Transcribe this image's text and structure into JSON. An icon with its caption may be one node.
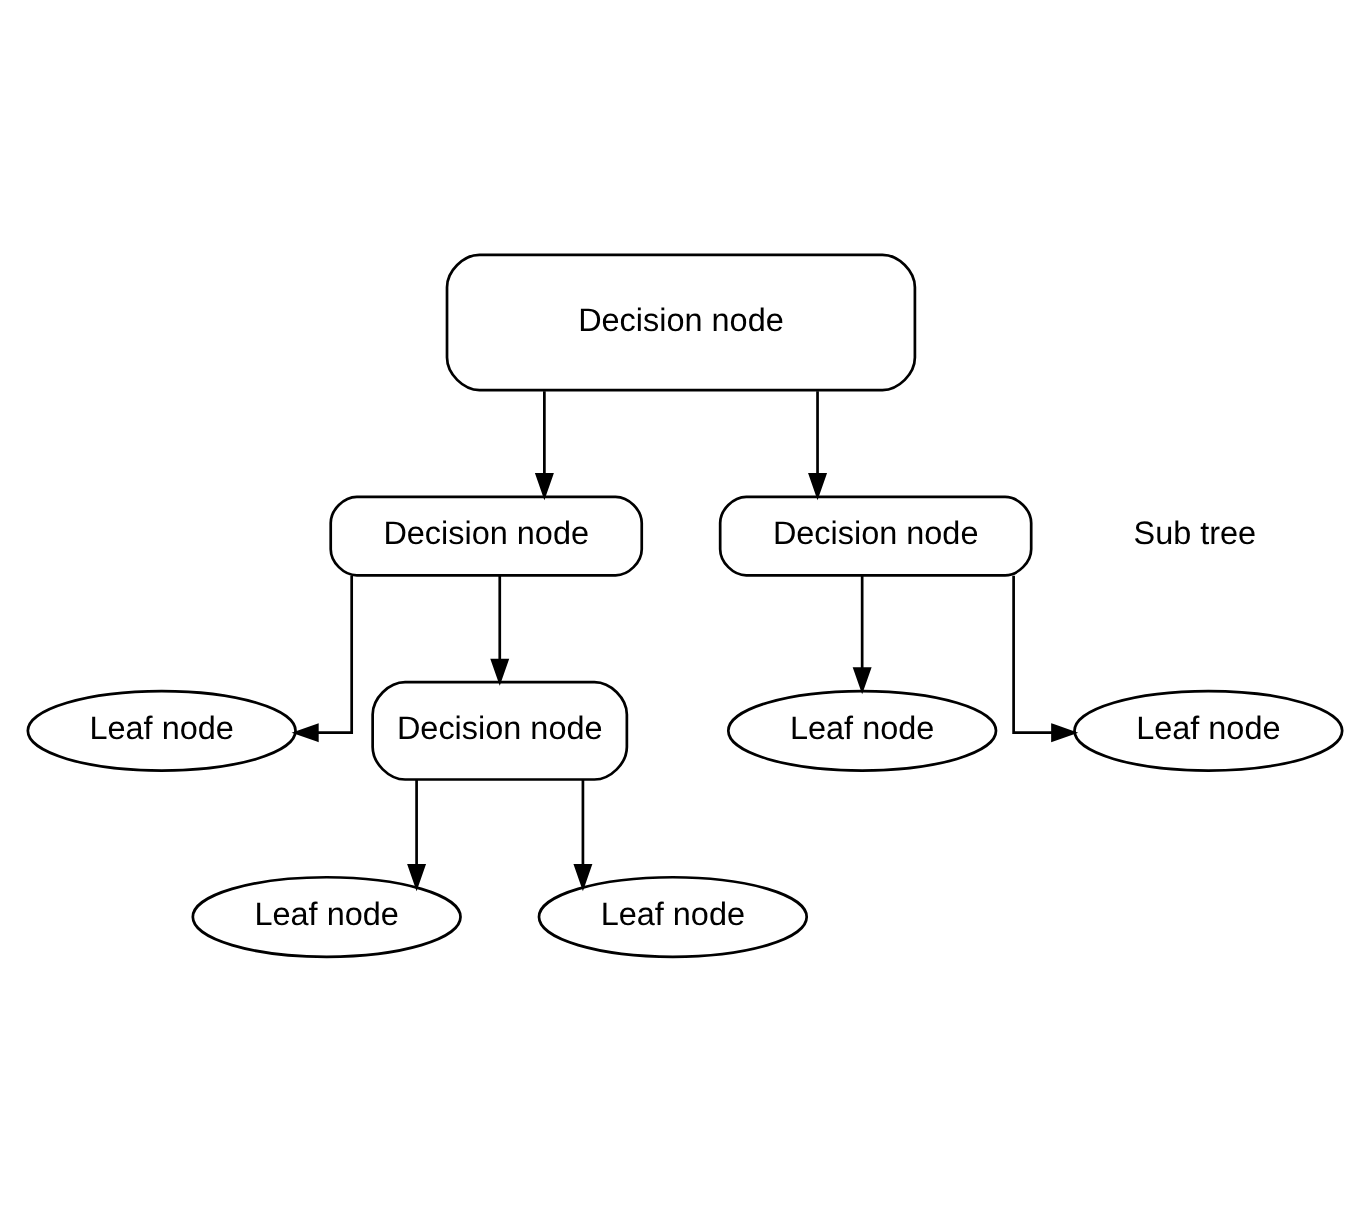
{
  "diagram": {
    "nodes": [
      {
        "text": [
          "Decision node"
        ]
      },
      {
        "text": [
          "Decision node"
        ]
      },
      {
        "text": [
          "Decision node"
        ],
        "beside": [
          "Sub tree"
        ]
      },
      {
        "text": [
          "Leaf node"
        ]
      },
      {
        "text": [
          "Decision node"
        ]
      },
      {
        "text": [
          "Leaf node"
        ]
      },
      {
        "text": [
          "Leaf node"
        ]
      },
      {
        "text": [
          "Leaf node"
        ]
      },
      {
        "text": [
          "Leaf node"
        ]
      }
    ],
    "edges": [
      {
        "from": 0,
        "to": 1,
        "arrow": "to"
      },
      {
        "from": 0,
        "to": 2,
        "arrow": "to"
      },
      {
        "from": 1,
        "to": 3,
        "arrow": "to"
      },
      {
        "from": 1,
        "to": 4,
        "arrow": "to"
      },
      {
        "from": 2,
        "to": 5,
        "arrow": "to"
      },
      {
        "from": 2,
        "to": 6,
        "arrow": "to"
      },
      {
        "from": 4,
        "to": 7,
        "arrow": "to"
      },
      {
        "from": 4,
        "to": 8,
        "arrow": "to"
      }
    ]
  }
}
